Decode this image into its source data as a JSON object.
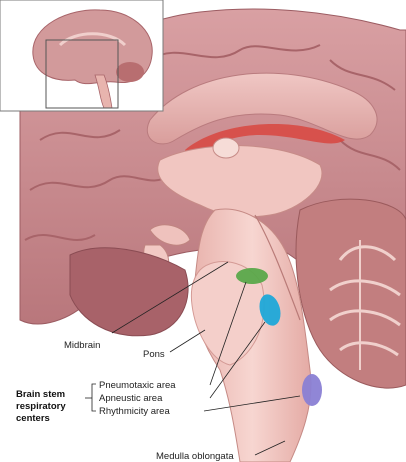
{
  "labels": {
    "midbrain": "Midbrain",
    "pons": "Pons",
    "medulla": "Medulla oblongata",
    "brainstem_line1": "Brain stem",
    "brainstem_line2": "respiratory",
    "brainstem_line3": "centers",
    "pneumotaxic": "Pneumotaxic area",
    "apneustic": "Apneustic area",
    "rhythmicity": "Rhythmicity area"
  },
  "colors": {
    "cortex": "#c98a8e",
    "cortex_light": "#e2b4b4",
    "brainstem": "#f2c9c4",
    "cerebellum": "#c07a7a",
    "pneumotaxic": "#5aa84a",
    "apneustic": "#1ea8d8",
    "rhythmicity": "#8a7fd4",
    "inset_frame": "#7a7a7a"
  }
}
